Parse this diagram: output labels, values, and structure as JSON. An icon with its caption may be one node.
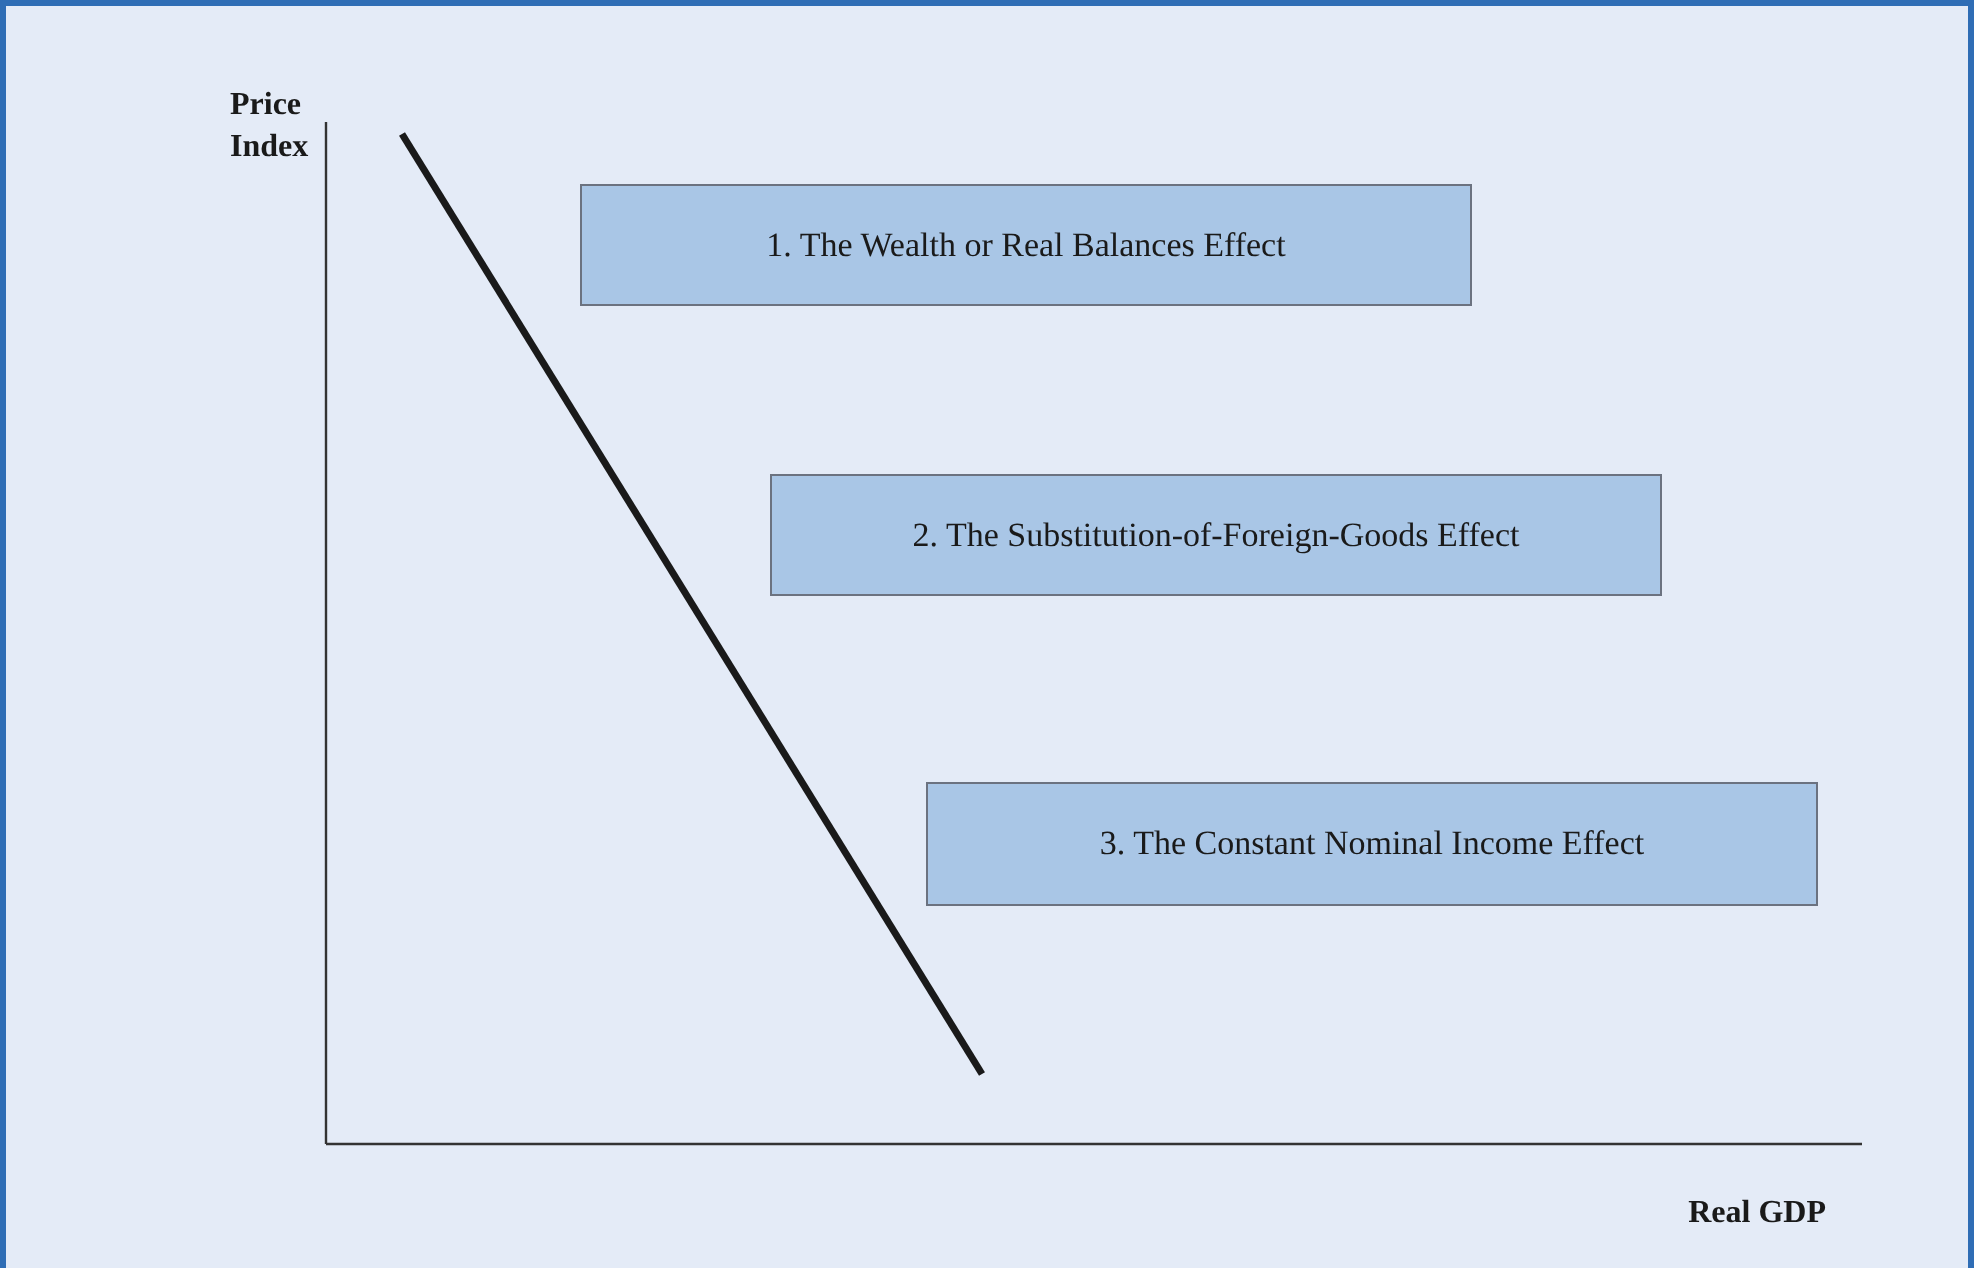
{
  "diagram": {
    "nodes": [
      {
        "text": [
          "1. The Wealth or Real Balances Effect"
        ]
      },
      {
        "text": [
          "2. The Substitution-of-Foreign-Goods Effect"
        ]
      },
      {
        "text": [
          "3. The Constant Nominal Income Effect"
        ]
      }
    ],
    "labels": [
      "Price Index",
      "Real GDP"
    ]
  }
}
